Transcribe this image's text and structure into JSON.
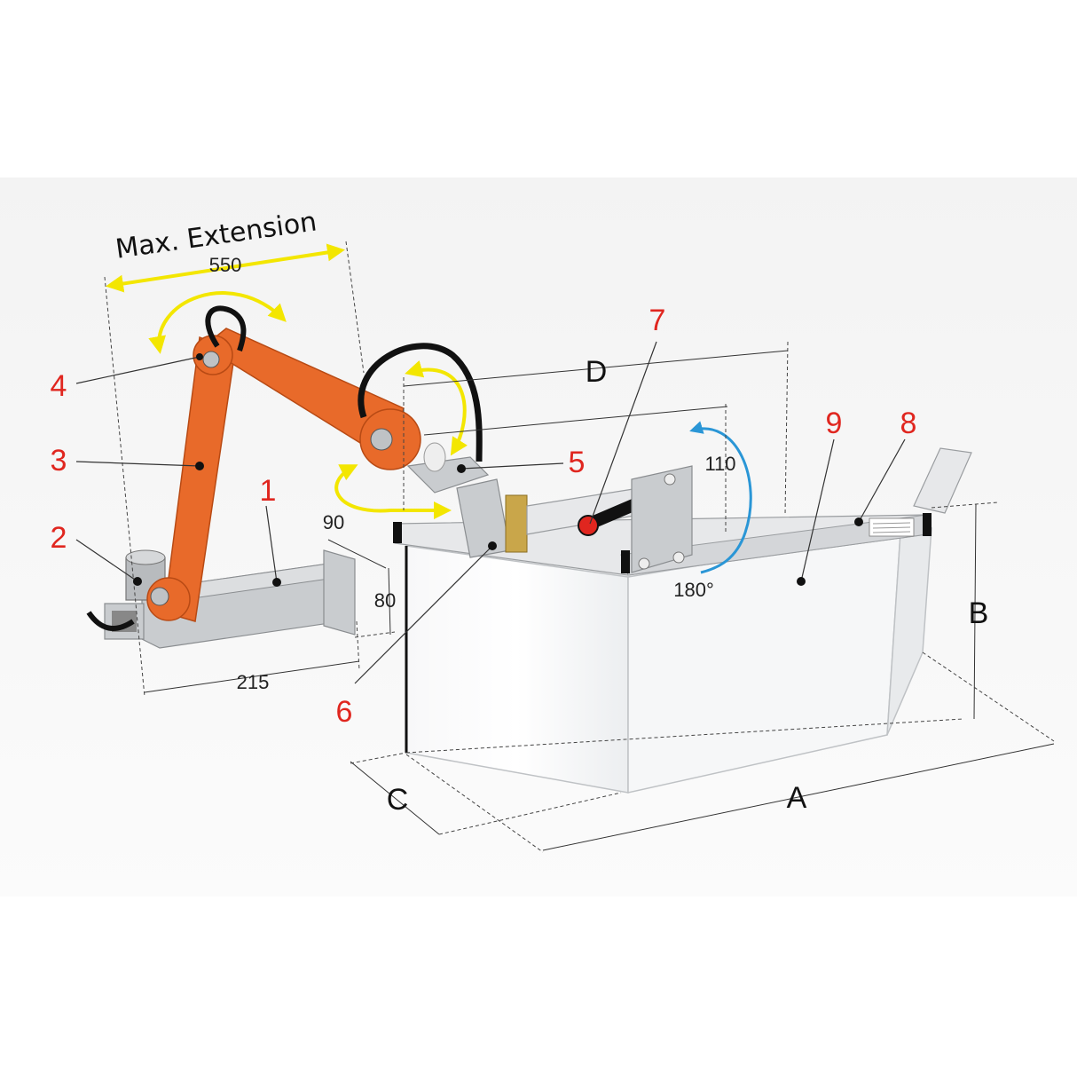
{
  "title": "Max. Extension",
  "dimensions": {
    "extension": "550",
    "d90": "90",
    "d80": "80",
    "d215": "215",
    "d110": "110",
    "rotation": "180°",
    "A": "A",
    "B": "B",
    "C": "C",
    "D": "D"
  },
  "part_numbers": [
    "1",
    "2",
    "3",
    "4",
    "5",
    "6",
    "7",
    "8",
    "9"
  ],
  "colors": {
    "arm": "#e86a2a",
    "label_number": "#e0261f",
    "yellow_arrow": "#f3e600",
    "blue_arrow": "#2a96d6"
  }
}
